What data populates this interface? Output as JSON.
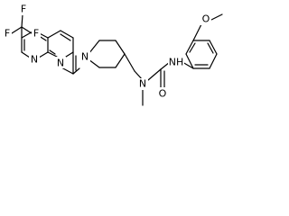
{
  "molecule": {
    "atoms": {
      "fluorine": "F",
      "nitrogen": "N",
      "oxygen": "O",
      "amide_nh": "NH"
    }
  }
}
